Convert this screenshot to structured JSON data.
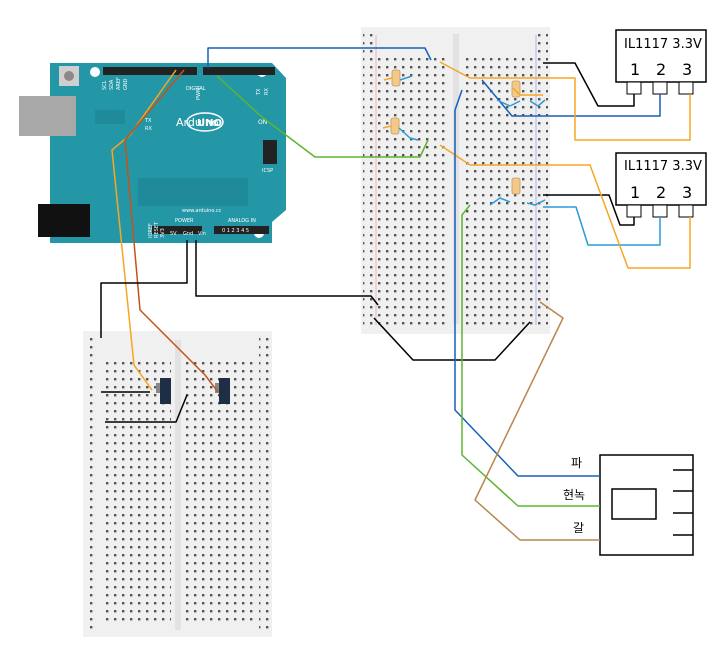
{
  "arduino": {
    "brand": "Arduino",
    "model": "UNO",
    "website": "www.arduino.cc",
    "on_label": "ON",
    "icsp_label": "ICSP",
    "digital_label": "DIGITAL",
    "power_label": "POWER",
    "analog_label": "ANALOG IN",
    "tx_label": "TX",
    "rx_label": "RX",
    "aref_label": "AREF",
    "gnd_label": "GND",
    "scl_label": "SCL",
    "sda_label": "SDA",
    "pwm_label": "PWM",
    "ioref_label": "IOREF",
    "reset_label": "RESET",
    "v33_label": "3V3",
    "v5_label": "5V",
    "gnd2_label": "Gnd",
    "vin_label": "Vin",
    "analog_pins": "0  1  2  3  4  5",
    "tx_side": "TX",
    "rx_side": "RX"
  },
  "regulators": [
    {
      "label": "IL1117 3.3V",
      "pins": [
        "1",
        "2",
        "3"
      ]
    },
    {
      "label": "IL1117 3.3V",
      "pins": [
        "1",
        "2",
        "3"
      ]
    }
  ],
  "module": {
    "labels": [
      "파",
      "현녹",
      "갈"
    ]
  },
  "colors": {
    "arduino_board": "#2497a7",
    "breadboard": "#f0f0f0",
    "wire_blue": "#1560bd",
    "wire_orange": "#f5a623",
    "wire_green": "#5bb531",
    "wire_black": "#000000",
    "wire_brown": "#b8864b",
    "wire_cyan": "#2a9bd6",
    "wire_redbrown": "#c2541b",
    "resistor": "#f3c98b"
  }
}
